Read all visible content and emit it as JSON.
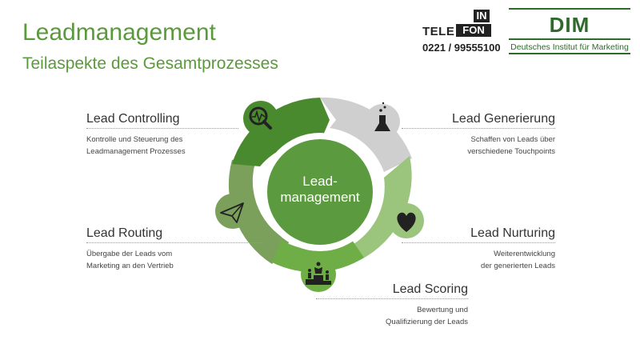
{
  "header": {
    "title": "Leadmanagement",
    "subtitle": "Teilaspekte des Gesamtprozesses"
  },
  "logos": {
    "telefon_info": {
      "top_left": "IN",
      "bottom_left": "FON",
      "word": "TELE",
      "phone": "0221 / 99555100"
    },
    "dim": {
      "abbr": "DIM",
      "name": "Deutsches Institut für Marketing"
    }
  },
  "cycle": {
    "center_line1": "Lead-",
    "center_line2": "management",
    "colors": {
      "controlling": "#4a8a2e",
      "generierung": "#cfcfcf",
      "nurturing": "#9bc57c",
      "scoring": "#6fae47",
      "routing": "#7aa05c",
      "center": "#5b9a3e"
    },
    "icons": [
      "magnifier-pulse-icon",
      "flask-icon",
      "heart-icon",
      "podium-icon",
      "paper-plane-icon"
    ]
  },
  "steps": {
    "controlling": {
      "title": "Lead Controlling",
      "desc": "Kontrolle und Steuerung des\nLeadmanagement  Prozesses"
    },
    "generierung": {
      "title": "Lead Generierung",
      "desc": "Schaffen von Leads über\nverschiedene Touchpoints"
    },
    "routing": {
      "title": "Lead Routing",
      "desc": "Übergabe der Leads vom\nMarketing an den Vertrieb"
    },
    "nurturing": {
      "title": "Lead Nurturing",
      "desc": "Weiterentwicklung\nder generierten  Leads"
    },
    "scoring": {
      "title": "Lead Scoring",
      "desc": "Bewertung  und\nQualifizierung  der Leads"
    }
  }
}
